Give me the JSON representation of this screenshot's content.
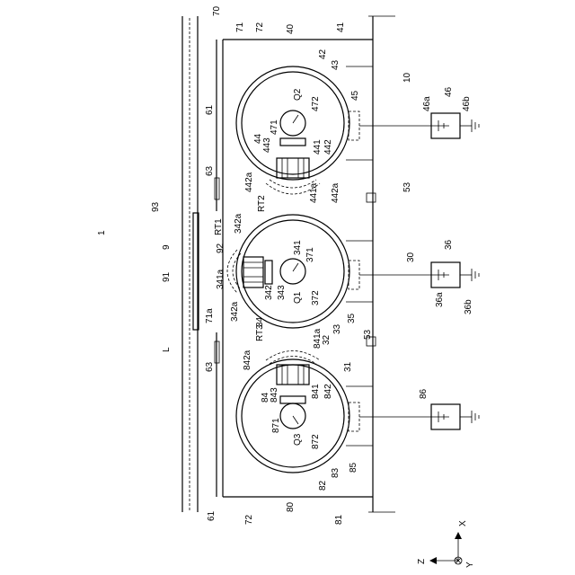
{
  "figure": {
    "orientation": "rotated-90-ccw",
    "labels": {
      "ref_1": "1",
      "ref_9": "9",
      "ref_91": "91",
      "ref_92": "92",
      "ref_93": "93",
      "ref_L": "L",
      "ref_10": "10",
      "ref_70": "70",
      "ref_71": "71",
      "ref_71a": "71a",
      "ref_72_top": "72",
      "ref_72_bottom": "72",
      "ref_61_top": "61",
      "ref_61_bottom": "61",
      "ref_63_top": "63",
      "ref_63_bottom": "63",
      "ref_53_top": "53",
      "ref_53_bottom": "53",
      "ref_40": "40",
      "ref_41": "41",
      "ref_42": "42",
      "ref_43": "43",
      "ref_44": "44",
      "ref_45": "45",
      "ref_46": "46",
      "ref_46a": "46a",
      "ref_46b": "46b",
      "ref_441": "441",
      "ref_441a": "441a",
      "ref_442": "442",
      "ref_442a_left": "442a",
      "ref_442a_right": "442a",
      "ref_443": "443",
      "ref_471": "471",
      "ref_472": "472",
      "ref_Q2": "Q2",
      "ref_RT2": "RT2",
      "ref_30": "30",
      "ref_31": "31",
      "ref_32": "32",
      "ref_33": "33",
      "ref_34": "34",
      "ref_35": "35",
      "ref_36": "36",
      "ref_36a": "36a",
      "ref_36b": "36b",
      "ref_341": "341",
      "ref_341a": "341a",
      "ref_342": "342",
      "ref_342a_top": "342a",
      "ref_342a_bottom": "342a",
      "ref_343": "343",
      "ref_371": "371",
      "ref_372": "372",
      "ref_Q1": "Q1",
      "ref_RT1": "RT1",
      "ref_80": "80",
      "ref_81": "81",
      "ref_82": "82",
      "ref_83": "83",
      "ref_84": "84",
      "ref_85": "85",
      "ref_86": "86",
      "ref_841": "841",
      "ref_841a": "841a",
      "ref_842": "842",
      "ref_842a": "842a",
      "ref_843": "843",
      "ref_871": "871",
      "ref_872": "872",
      "ref_Q3": "Q3",
      "ref_RT3": "RT3",
      "axis_x": "X",
      "axis_y": "Y",
      "axis_z": "Z"
    }
  }
}
